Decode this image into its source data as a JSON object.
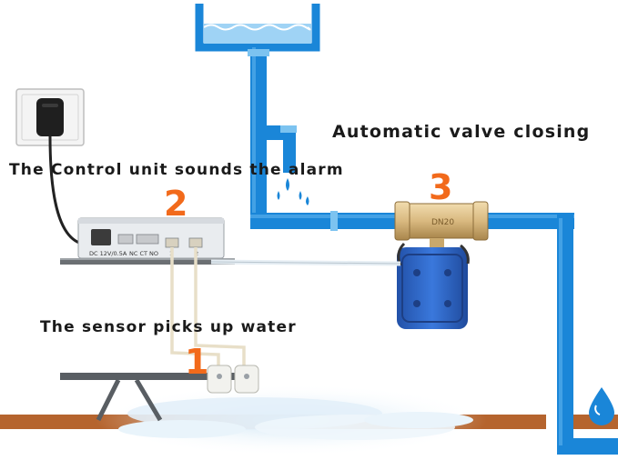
{
  "labels": {
    "valve_closing": "Automatic valve closing",
    "control_alarm": "The Control unit sounds the alarm",
    "sensor_water": "The sensor picks up water"
  },
  "steps": {
    "one": "1",
    "two": "2",
    "three": "3"
  },
  "control_unit": {
    "power_label": "DC 12V/0.5A",
    "relay_label": "NC CT NO",
    "port1": "1",
    "port2": "2"
  },
  "valve_marking": "DN20",
  "colors": {
    "pipe": "#1a86d8",
    "pipe_highlight": "#5fb4ee",
    "floor": "#b5642e",
    "step_number": "#f26a1b",
    "valve_brass": "#d9b980",
    "motor": "#2f66c9",
    "water": "#dfeef8"
  },
  "icons": [
    "power-adapter-icon",
    "water-drop-icon",
    "water-tank-icon"
  ]
}
